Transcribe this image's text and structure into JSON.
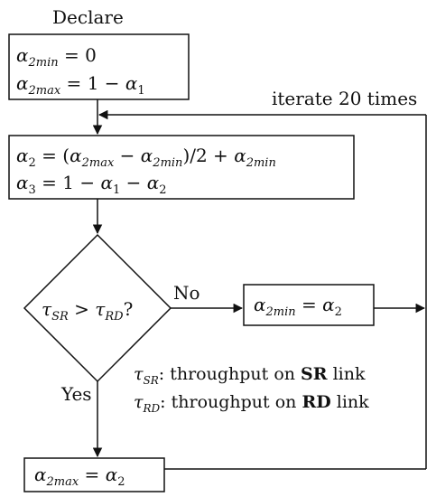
{
  "labels": {
    "declare": "Declare",
    "iterate": "iterate 20 times",
    "no": "No",
    "yes": "Yes",
    "legend_sr_text": ": throughput on ",
    "legend_sr_bold": "SR",
    "legend_rd_text": ": throughput on ",
    "legend_rd_bold": "RD",
    "legend_link": " link"
  },
  "symbols": {
    "alpha": "α",
    "tau": "τ",
    "sub_2min": "2min",
    "sub_2max": "2max",
    "sub_1": "1",
    "sub_2": "2",
    "sub_3": "3",
    "sub_SR": "SR",
    "sub_RD": "RD",
    "eq": " = ",
    "zero": "0",
    "one_minus": "1 − ",
    "minus": " − ",
    "plus": " + ",
    "open_paren": "(",
    "close_half": ")/2",
    "gt": " > ",
    "question": "?"
  },
  "colors": {
    "stroke": "#111111",
    "background": "#ffffff"
  }
}
